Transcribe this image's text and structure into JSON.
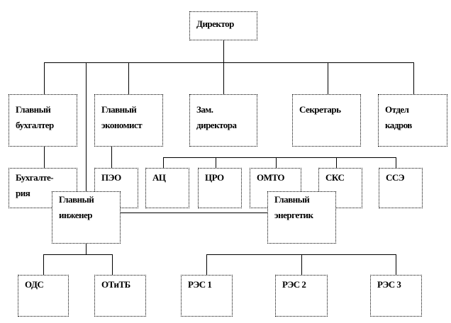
{
  "director": "Директор",
  "row1": {
    "chief_accountant": [
      "Главный",
      "бухгалтер"
    ],
    "chief_economist": [
      "Главный",
      "экономист"
    ],
    "deputy_director": [
      "Зам.",
      "директора"
    ],
    "secretary": "Секретарь",
    "hr_department": [
      "Отдел",
      "кадров"
    ]
  },
  "row2": {
    "accounting": [
      "Бухгалте-",
      "рия"
    ],
    "peo": "ПЭО",
    "ac": "АЦ",
    "cro": "ЦРО",
    "omto": "ОМТО",
    "sks": "СКС",
    "sse": "ССЭ"
  },
  "row3": {
    "chief_engineer": [
      "Главный",
      "инженер"
    ],
    "chief_power_engineer": [
      "Главный",
      "энергетик"
    ]
  },
  "row4": {
    "ods": "ОДС",
    "otitb": "ОТиТБ",
    "res1": "РЭС 1",
    "res2": "РЭС 2",
    "res3": "РЭС 3"
  }
}
